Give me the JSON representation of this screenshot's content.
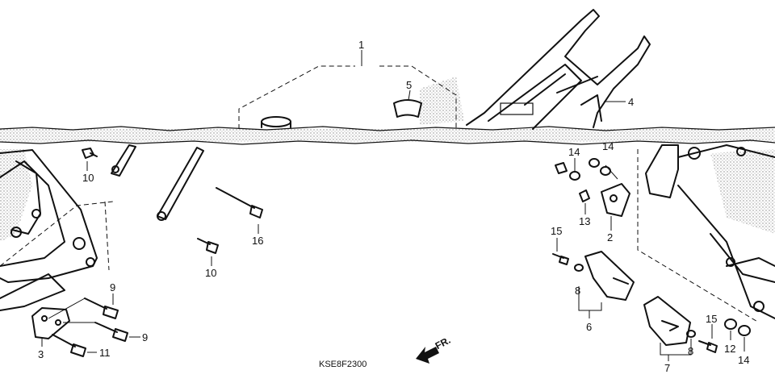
{
  "callouts": [
    {
      "id": "c1",
      "label": "1"
    },
    {
      "id": "c2",
      "label": "2"
    },
    {
      "id": "c3",
      "label": "3"
    },
    {
      "id": "c4",
      "label": "4"
    },
    {
      "id": "c5",
      "label": "5"
    },
    {
      "id": "c6",
      "label": "6"
    },
    {
      "id": "c7",
      "label": "7"
    },
    {
      "id": "c8a",
      "label": "8"
    },
    {
      "id": "c8b",
      "label": "8"
    },
    {
      "id": "c9a",
      "label": "9"
    },
    {
      "id": "c9b",
      "label": "9"
    },
    {
      "id": "c10a",
      "label": "10"
    },
    {
      "id": "c10b",
      "label": "10"
    },
    {
      "id": "c11",
      "label": "11"
    },
    {
      "id": "c12",
      "label": "12"
    },
    {
      "id": "c13",
      "label": "13"
    },
    {
      "id": "c14a",
      "label": "14"
    },
    {
      "id": "c14b",
      "label": "14"
    },
    {
      "id": "c14c",
      "label": "14"
    },
    {
      "id": "c15a",
      "label": "15"
    },
    {
      "id": "c15b",
      "label": "15"
    },
    {
      "id": "c16",
      "label": "16"
    }
  ],
  "diagram_code": "KSE8F2300",
  "direction_label": "FR."
}
